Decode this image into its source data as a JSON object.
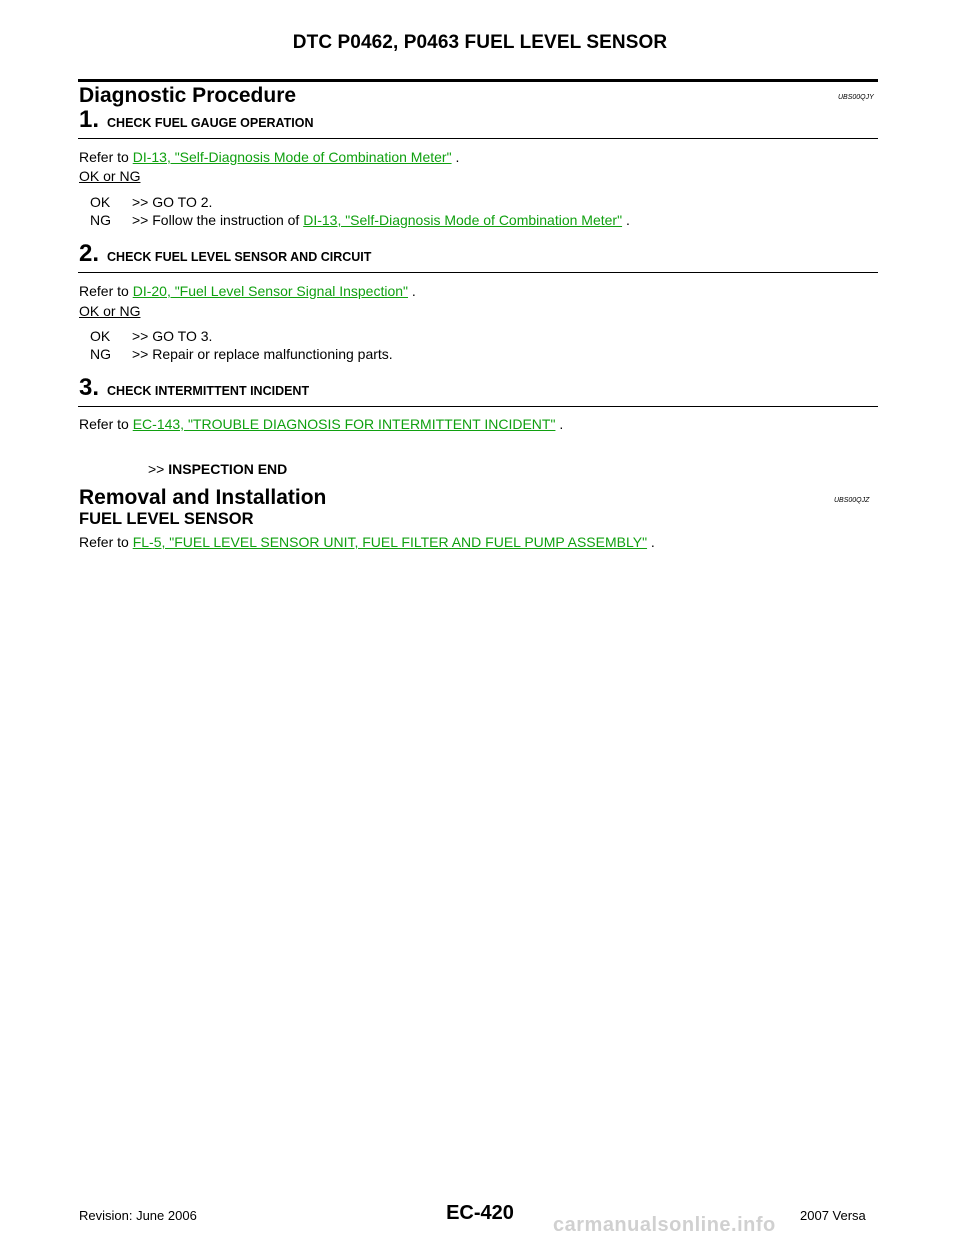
{
  "header": {
    "title": "DTC P0462, P0463 FUEL LEVEL SENSOR"
  },
  "diagnostic": {
    "title": "Diagnostic Procedure",
    "code": "UBS00QJY",
    "steps": [
      {
        "num": "1.",
        "title": "CHECK FUEL GAUGE OPERATION",
        "refer_prefix": "Refer to ",
        "refer_link": "DI-13, \"Self-Diagnosis Mode of Combination Meter\"",
        "refer_suffix": " .",
        "okng_label": "OK or NG",
        "ok_key": "OK",
        "ok_text": ">> GO TO 2.",
        "ng_key": "NG",
        "ng_prefix": ">> Follow the instruction of ",
        "ng_link": "DI-13, \"Self-Diagnosis Mode of Combination Meter\"",
        "ng_suffix": " ."
      },
      {
        "num": "2.",
        "title": "CHECK FUEL LEVEL SENSOR AND CIRCUIT",
        "refer_prefix": "Refer to ",
        "refer_link": "DI-20, \"Fuel Level Sensor Signal Inspection\"",
        "refer_suffix": " .",
        "okng_label": "OK or NG",
        "ok_key": "OK",
        "ok_text": ">> GO TO 3.",
        "ng_key": "NG",
        "ng_text": ">> Repair or replace malfunctioning parts."
      },
      {
        "num": "3.",
        "title": "CHECK INTERMITTENT INCIDENT",
        "refer_prefix": "Refer to ",
        "refer_link": "EC-143, \"TROUBLE DIAGNOSIS FOR INTERMITTENT INCIDENT\"",
        "refer_suffix": " .",
        "end_arrow": ">> ",
        "end_text": "INSPECTION END"
      }
    ]
  },
  "removal": {
    "title": "Removal and Installation",
    "code": "UBS00QJZ",
    "subheading": "FUEL LEVEL SENSOR",
    "refer_prefix": "Refer to ",
    "refer_link": "FL-5, \"FUEL LEVEL SENSOR UNIT, FUEL FILTER AND FUEL PUMP ASSEMBLY\"",
    "refer_suffix": " ."
  },
  "footer": {
    "revision": "Revision: June 2006",
    "page": "EC-420",
    "model": "2007 Versa",
    "watermark": "carmanualsonline.info"
  },
  "colors": {
    "link": "#10a010",
    "text": "#000000"
  }
}
